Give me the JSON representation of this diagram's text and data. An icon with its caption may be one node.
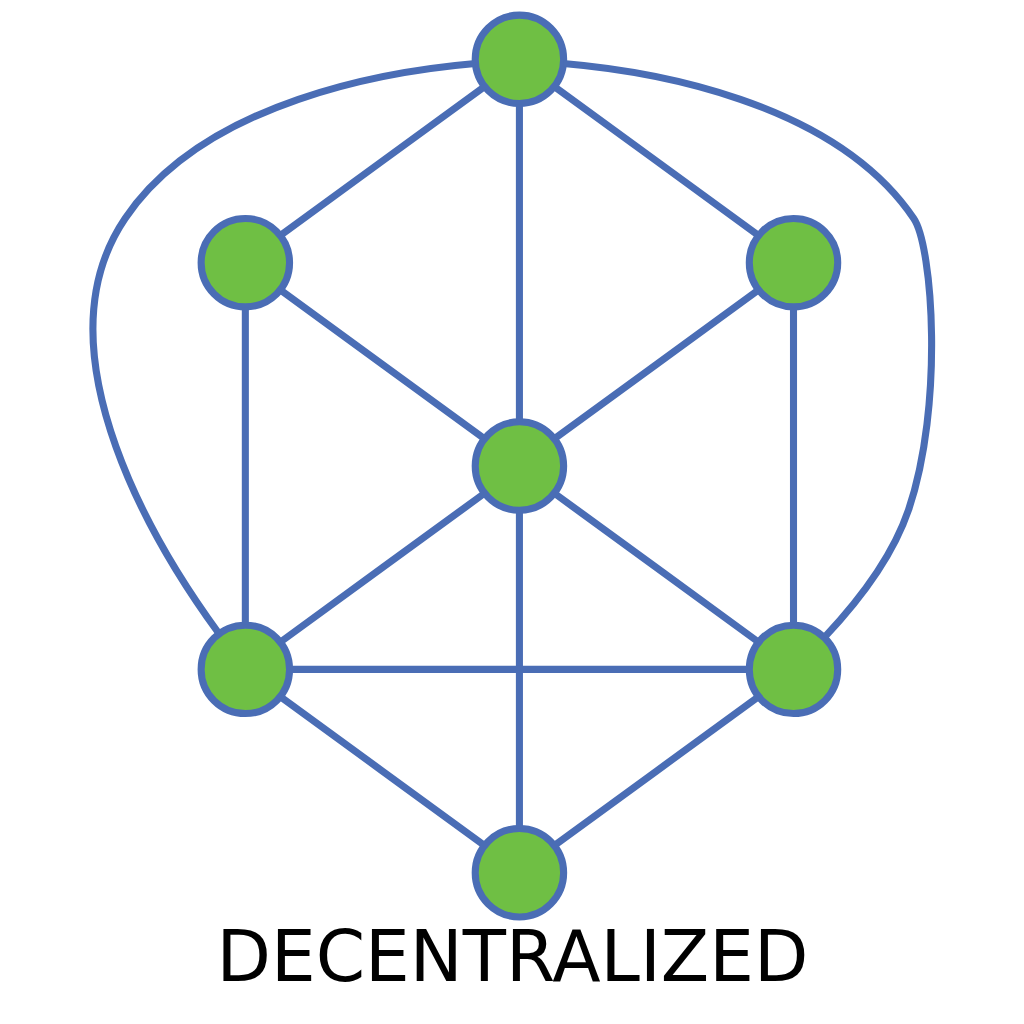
{
  "diagram": {
    "title": "DECENTRALIZED",
    "nodes": [
      {
        "text": [],
        "shape": "circle"
      },
      {
        "text": [],
        "shape": "circle"
      },
      {
        "text": [],
        "shape": "circle"
      },
      {
        "text": [],
        "shape": "circle"
      },
      {
        "text": [],
        "shape": "circle"
      },
      {
        "text": [],
        "shape": "circle"
      },
      {
        "text": [],
        "shape": "circle"
      }
    ],
    "edges": [
      {
        "from": 0,
        "to": 1,
        "arrow": "none"
      },
      {
        "from": 0,
        "to": 2,
        "arrow": "none"
      },
      {
        "from": 0,
        "to": 3,
        "arrow": "none"
      },
      {
        "from": 0,
        "to": 4,
        "arrow": "none"
      },
      {
        "from": 0,
        "to": 5,
        "arrow": "none"
      },
      {
        "from": 1,
        "to": 3,
        "arrow": "none"
      },
      {
        "from": 2,
        "to": 3,
        "arrow": "none"
      },
      {
        "from": 1,
        "to": 4,
        "arrow": "none"
      },
      {
        "from": 2,
        "to": 5,
        "arrow": "none"
      },
      {
        "from": 3,
        "to": 4,
        "arrow": "none"
      },
      {
        "from": 3,
        "to": 5,
        "arrow": "none"
      },
      {
        "from": 3,
        "to": 6,
        "arrow": "none"
      },
      {
        "from": 4,
        "to": 5,
        "arrow": "none"
      },
      {
        "from": 4,
        "to": 6,
        "arrow": "none"
      },
      {
        "from": 5,
        "to": 6,
        "arrow": "none"
      }
    ]
  }
}
